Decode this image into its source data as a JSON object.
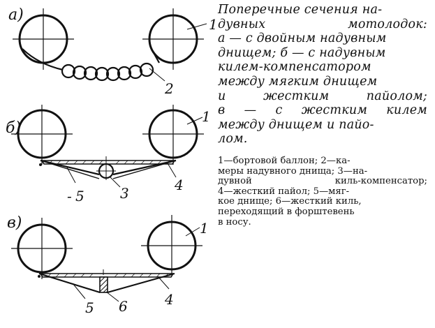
{
  "figure": {
    "panels": [
      {
        "label": "а)",
        "callouts": [
          "1",
          "2"
        ]
      },
      {
        "label": "б)",
        "callouts": [
          "1",
          "4",
          "5",
          "3"
        ]
      },
      {
        "label": "в)",
        "callouts": [
          "1",
          "4",
          "5",
          "6"
        ]
      }
    ]
  },
  "caption": {
    "main_lines": [
      "Поперечные сечения на-",
      "дувных мотолодок:",
      "а — с двойным надувным",
      "днищем; б — с надувным",
      "килем-компенсатором",
      "между мягким днищем",
      "и жестким пайолом;",
      "в — с жестким килем",
      "между днищем и пайо-",
      "лом."
    ],
    "legend_lines": [
      "1—бортовой баллон; 2—ка-",
      "меры надувного днища; 3—на-",
      "дувной киль-компенсатор;",
      "4—жесткий пайол; 5—мяг-",
      "кое днище; 6—жесткий киль,",
      "переходящий в форштевень",
      "в носу."
    ]
  }
}
